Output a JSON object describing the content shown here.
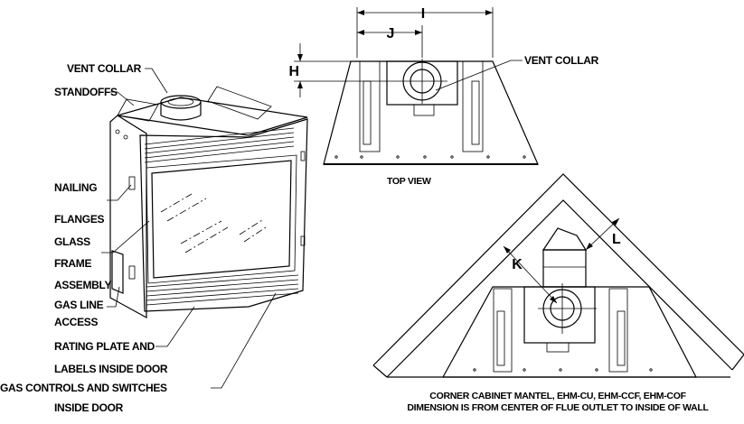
{
  "labels": {
    "vent_collar_left": "VENT COLLAR",
    "standoffs": "STANDOFFS",
    "nailing_1": "NAILING",
    "nailing_2": "FLANGES",
    "glass_1": "GLASS",
    "glass_2": "FRAME",
    "glass_3": "ASSEMBLY",
    "gas_line_1": "GAS LINE",
    "gas_line_2": "ACCESS",
    "rating_1": "RATING PLATE AND",
    "rating_2": "LABELS INSIDE DOOR",
    "gas_controls_1": "GAS CONTROLS AND SWITCHES",
    "gas_controls_2": "INSIDE DOOR",
    "vent_collar_top": "VENT COLLAR",
    "top_view": "TOP VIEW"
  },
  "dimensions": {
    "I": "I",
    "J": "J",
    "H": "H",
    "K": "K",
    "L": "L"
  },
  "caption": {
    "line1": "CORNER CABINET MANTEL, EHM-CU, EHM-CCF, EHM-COF",
    "line2": "DIMENSION IS FROM CENTER OF FLUE OUTLET TO INSIDE OF WALL"
  }
}
